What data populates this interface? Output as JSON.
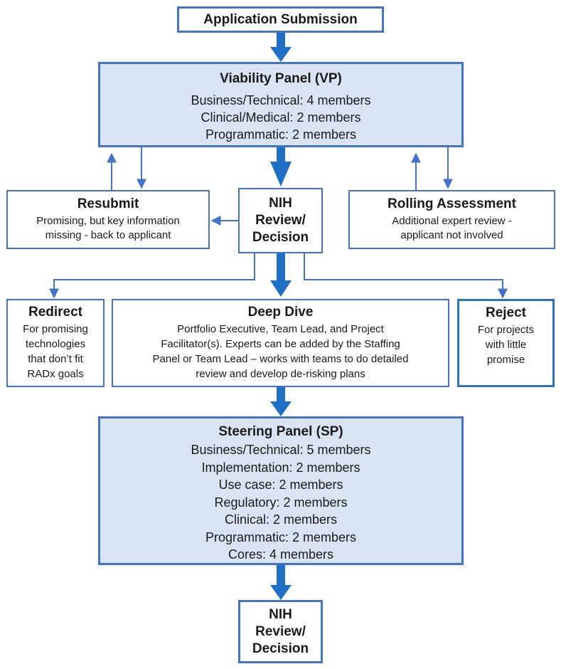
{
  "colors": {
    "accent": "#4472c4",
    "arrow": "#1f6fc5",
    "panel_fill": "#dae3f3"
  },
  "nodes": {
    "application": {
      "title": "Application Submission"
    },
    "viability": {
      "title": "Viability Panel (VP)",
      "lines": [
        "Business/Technical: 4 members",
        "Clinical/Medical: 2 members",
        "Programmatic: 2 members"
      ]
    },
    "resubmit": {
      "title": "Resubmit",
      "lines": [
        "Promising, but key information",
        "missing - back to applicant"
      ]
    },
    "nih_review_1": {
      "lines": [
        "NIH",
        "Review/",
        "Decision"
      ]
    },
    "rolling": {
      "title": "Rolling Assessment",
      "lines": [
        "Additional expert review -",
        "applicant not involved"
      ]
    },
    "redirect": {
      "title": "Redirect",
      "lines": [
        "For promising",
        "technologies",
        "that don’t fit",
        "RADx goals"
      ]
    },
    "deep_dive": {
      "title": "Deep Dive",
      "lines": [
        "Portfolio Executive, Team Lead, and Project",
        "Facilitator(s). Experts can be added by the Staffing",
        "Panel or Team Lead – works with teams to do detailed",
        "review and develop de-risking plans"
      ]
    },
    "reject": {
      "title": "Reject",
      "lines": [
        "For projects",
        "with little",
        "promise"
      ]
    },
    "steering": {
      "title": "Steering Panel (SP)",
      "lines": [
        "Business/Technical: 5 members",
        "Implementation: 2 members",
        "Use case: 2 members",
        "Regulatory: 2 members",
        "Clinical: 2 members",
        "Programmatic: 2 members",
        "Cores: 4 members"
      ]
    },
    "nih_review_2": {
      "lines": [
        "NIH",
        "Review/",
        "Decision"
      ]
    }
  }
}
